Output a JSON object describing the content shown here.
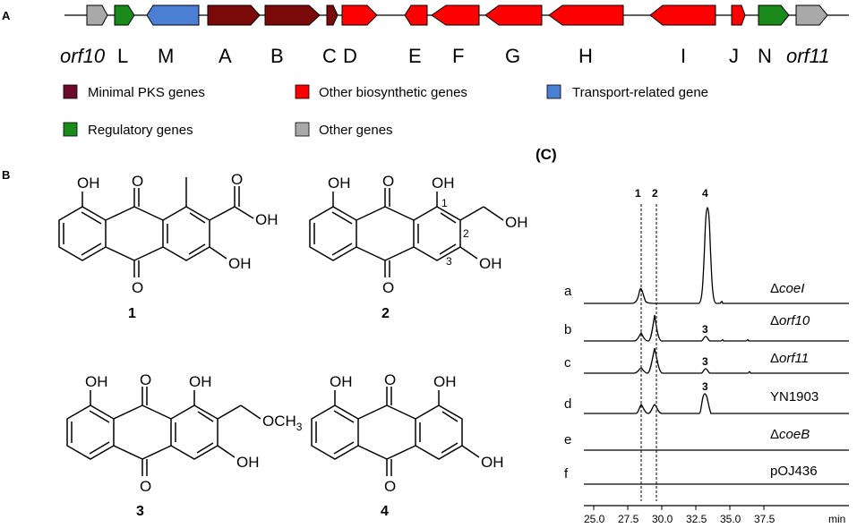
{
  "panel_a": {
    "label": "A",
    "genes": [
      {
        "name": "orf10",
        "italic": true,
        "color": "#a9a9a9"
      },
      {
        "name": "L",
        "italic": false,
        "color": "#1a8a1a"
      },
      {
        "name": "M",
        "italic": false,
        "color": "#4a7fd4"
      },
      {
        "name": "A",
        "italic": false,
        "color": "#7a0a0a"
      },
      {
        "name": "B",
        "italic": false,
        "color": "#7a0a0a"
      },
      {
        "name": "C",
        "italic": false,
        "color": "#7a0a0a"
      },
      {
        "name": "D",
        "italic": false,
        "color": "#ff0000"
      },
      {
        "name": "E",
        "italic": false,
        "color": "#ff0000"
      },
      {
        "name": "F",
        "italic": false,
        "color": "#ff0000"
      },
      {
        "name": "G",
        "italic": false,
        "color": "#ff0000"
      },
      {
        "name": "H",
        "italic": false,
        "color": "#ff0000"
      },
      {
        "name": "I",
        "italic": false,
        "color": "#ff0000"
      },
      {
        "name": "J",
        "italic": false,
        "color": "#ff0000"
      },
      {
        "name": "N",
        "italic": false,
        "color": "#1a8a1a"
      },
      {
        "name": "orf11",
        "italic": true,
        "color": "#a9a9a9"
      }
    ],
    "legend": [
      {
        "label": "Minimal PKS genes",
        "color": "#6b0a2a"
      },
      {
        "label": "Other biosynthetic genes",
        "color": "#ff0000"
      },
      {
        "label": "Transport-related gene",
        "color": "#4a7fd4"
      },
      {
        "label": "Regulatory genes",
        "color": "#1a8a1a"
      },
      {
        "label": "Other genes",
        "color": "#a9a9a9"
      }
    ]
  },
  "panel_b": {
    "label": "B",
    "compounds": [
      "1",
      "2",
      "3",
      "4"
    ],
    "groups": {
      "oh": "OH",
      "o": "O",
      "och3": "OCH3",
      "och3_main": "OCH",
      "och3_sub": "3"
    },
    "positions": [
      "1",
      "2",
      "3"
    ]
  },
  "panel_c": {
    "label": "(C)",
    "x_unit": "min",
    "x_ticks": [
      "25.0",
      "27.5",
      "30.0",
      "32.5",
      "35.0",
      "37.5"
    ],
    "peak_markers": [
      "1",
      "2",
      "4"
    ],
    "traces": [
      {
        "letter": "a",
        "name_prefix": "Δ",
        "name_italic": "coeI",
        "peak_label": ""
      },
      {
        "letter": "b",
        "name_prefix": "Δ",
        "name_italic": "orf10",
        "peak_label": "3"
      },
      {
        "letter": "c",
        "name_prefix": "Δ",
        "name_italic": "orf11",
        "peak_label": "3"
      },
      {
        "letter": "d",
        "name_prefix": "",
        "name_italic": "YN1903",
        "peak_label": "3"
      },
      {
        "letter": "e",
        "name_prefix": "Δ",
        "name_italic": "coeB",
        "peak_label": ""
      },
      {
        "letter": "f",
        "name_prefix": "",
        "name_italic": "pOJ436",
        "peak_label": ""
      }
    ]
  }
}
